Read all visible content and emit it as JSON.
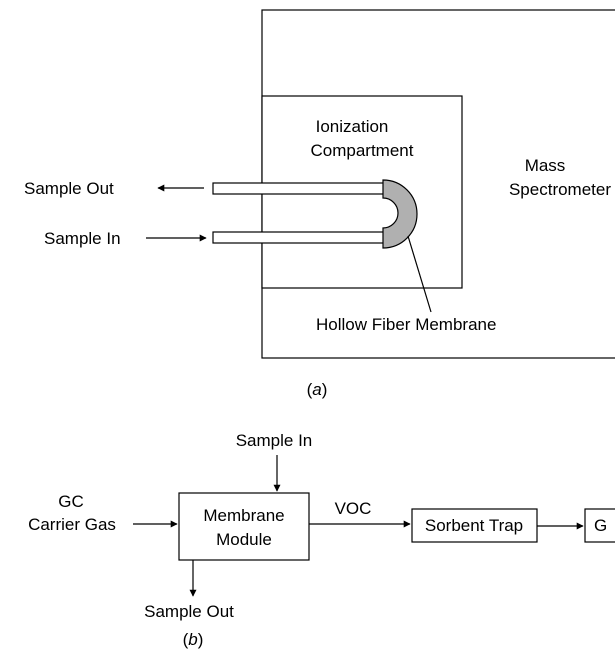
{
  "part_a": {
    "ionization_label_line1": "Ionization",
    "ionization_label_line2": "Compartment",
    "mass_spec_line1": "Mass",
    "mass_spec_line2": "Spectrometer",
    "sample_out": "Sample Out",
    "sample_in": "Sample In",
    "membrane": "Hollow Fiber Membrane",
    "caption_open": "(",
    "caption_letter": "a",
    "caption_close": ")",
    "membrane_fill": "#b0b0b0"
  },
  "part_b": {
    "sample_in": "Sample In",
    "gc_line1": "GC",
    "gc_line2": "Carrier Gas",
    "module_line1": "Membrane",
    "module_line2": "Module",
    "voc": "VOC",
    "trap": "Sorbent Trap",
    "gc_box_partial": "G",
    "sample_out": "Sample Out",
    "caption_open": "(",
    "caption_letter": "b",
    "caption_close": ")"
  }
}
